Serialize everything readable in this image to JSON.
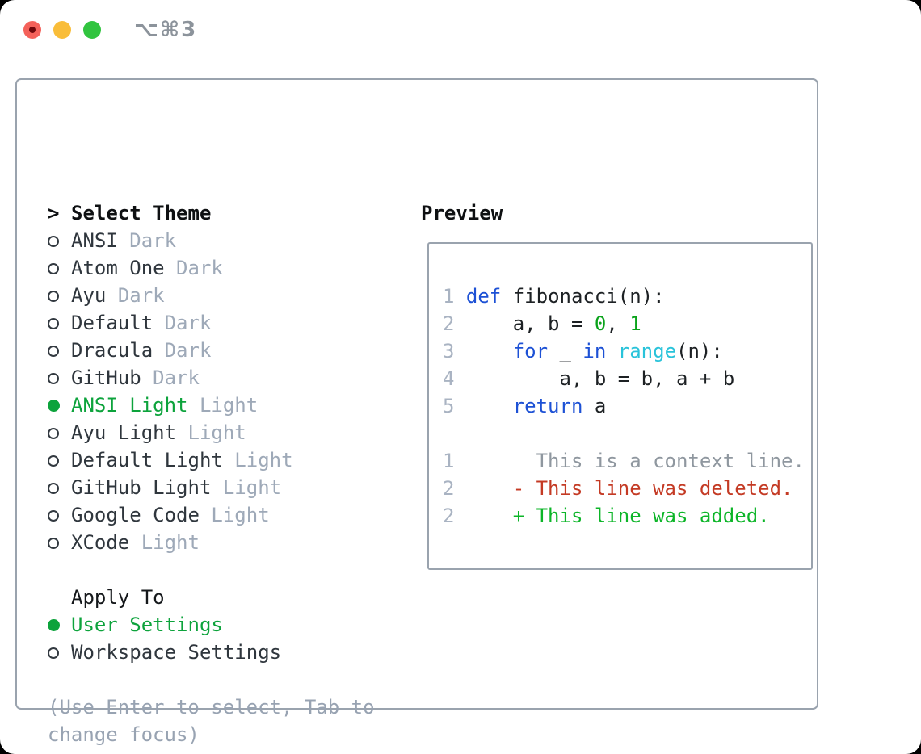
{
  "titlebar": {
    "shortcut": "⌥⌘3",
    "buttons": [
      "close",
      "minimize",
      "zoom"
    ]
  },
  "theme_panel": {
    "prompt": ">",
    "title": "Select Theme",
    "themes": [
      {
        "name": "ANSI",
        "variant": "Dark",
        "selected": false
      },
      {
        "name": "Atom One",
        "variant": "Dark",
        "selected": false
      },
      {
        "name": "Ayu",
        "variant": "Dark",
        "selected": false
      },
      {
        "name": "Default",
        "variant": "Dark",
        "selected": false
      },
      {
        "name": "Dracula",
        "variant": "Dark",
        "selected": false
      },
      {
        "name": "GitHub",
        "variant": "Dark",
        "selected": false
      },
      {
        "name": "ANSI Light",
        "variant": "Light",
        "selected": true
      },
      {
        "name": "Ayu Light",
        "variant": "Light",
        "selected": false
      },
      {
        "name": "Default Light",
        "variant": "Light",
        "selected": false
      },
      {
        "name": "GitHub Light",
        "variant": "Light",
        "selected": false
      },
      {
        "name": "Google Code",
        "variant": "Light",
        "selected": false
      },
      {
        "name": "XCode",
        "variant": "Light",
        "selected": false
      }
    ],
    "apply_to": {
      "title": "Apply To",
      "options": [
        {
          "label": "User Settings",
          "selected": true
        },
        {
          "label": "Workspace Settings",
          "selected": false
        }
      ]
    },
    "hint_lines": [
      "(Use Enter to select, Tab to",
      "change focus)"
    ]
  },
  "preview": {
    "title": "Preview",
    "lines": [
      {
        "num": "1",
        "tokens": [
          {
            "t": "def",
            "c": "kw"
          },
          {
            "t": " fibonacci(n):",
            "c": "pl"
          }
        ]
      },
      {
        "num": "2",
        "tokens": [
          {
            "t": "    a, b = ",
            "c": "pl"
          },
          {
            "t": "0",
            "c": "num"
          },
          {
            "t": ", ",
            "c": "pl"
          },
          {
            "t": "1",
            "c": "num"
          }
        ]
      },
      {
        "num": "3",
        "tokens": [
          {
            "t": "    ",
            "c": "pl"
          },
          {
            "t": "for",
            "c": "kw"
          },
          {
            "t": " _ ",
            "c": "pl"
          },
          {
            "t": "in",
            "c": "kw"
          },
          {
            "t": " ",
            "c": "pl"
          },
          {
            "t": "range",
            "c": "fn"
          },
          {
            "t": "(n):",
            "c": "pl"
          }
        ]
      },
      {
        "num": "4",
        "tokens": [
          {
            "t": "        a, b = b, a + b",
            "c": "pl"
          }
        ]
      },
      {
        "num": "5",
        "tokens": [
          {
            "t": "    ",
            "c": "pl"
          },
          {
            "t": "return",
            "c": "kw"
          },
          {
            "t": " a",
            "c": "pl"
          }
        ]
      },
      {
        "num": "",
        "tokens": []
      },
      {
        "num": "1",
        "tokens": [
          {
            "t": "      This is a context line.",
            "c": "ctx"
          }
        ]
      },
      {
        "num": "2",
        "tokens": [
          {
            "t": "    - This line was deleted.",
            "c": "del"
          }
        ]
      },
      {
        "num": "2",
        "tokens": [
          {
            "t": "    + This line was added.",
            "c": "add"
          }
        ]
      }
    ]
  },
  "colors": {
    "selected_green": "#0da33c",
    "keyword_blue": "#1d51d5",
    "builtin_cyan": "#29c3da",
    "number_green": "#0aa31b",
    "diff_red": "#c43a24",
    "diff_green": "#0cb528",
    "context_gray": "#8f979f",
    "muted_gray": "#9ea9b8",
    "line_number_gray": "#a9b3c2",
    "border_gray": "#9aa3ae",
    "traffic_red": "#f4615a",
    "traffic_yellow": "#f9bd39",
    "traffic_green": "#31c43f"
  }
}
